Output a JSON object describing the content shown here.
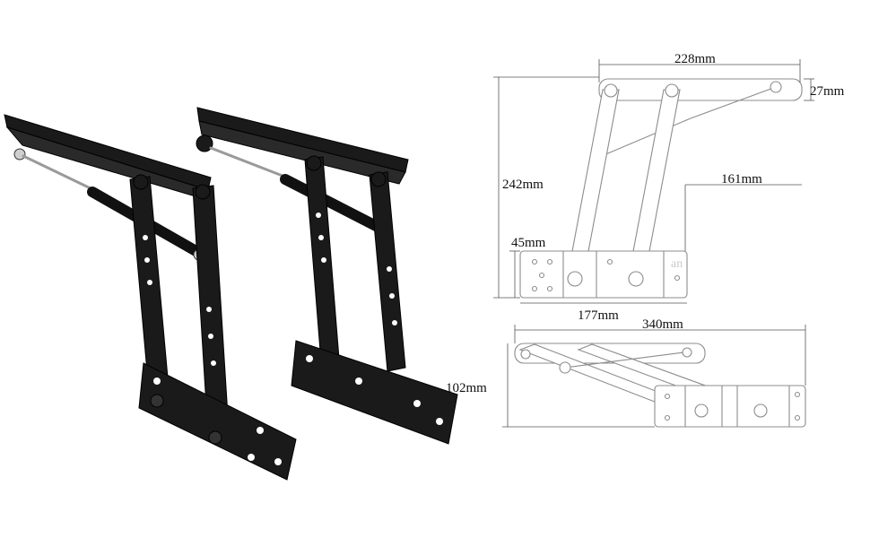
{
  "colors": {
    "steel": "#1a1a1a",
    "outline": "#8c8c8c",
    "dimension": "#555555",
    "background": "#ffffff"
  },
  "dimensions": {
    "top_width": "228mm",
    "top_thickness": "27mm",
    "height": "242mm",
    "offset": "161mm",
    "base_thickness": "45mm",
    "base_width": "177mm",
    "folded_length": "340mm",
    "folded_height": "102mm"
  },
  "watermark": "an"
}
